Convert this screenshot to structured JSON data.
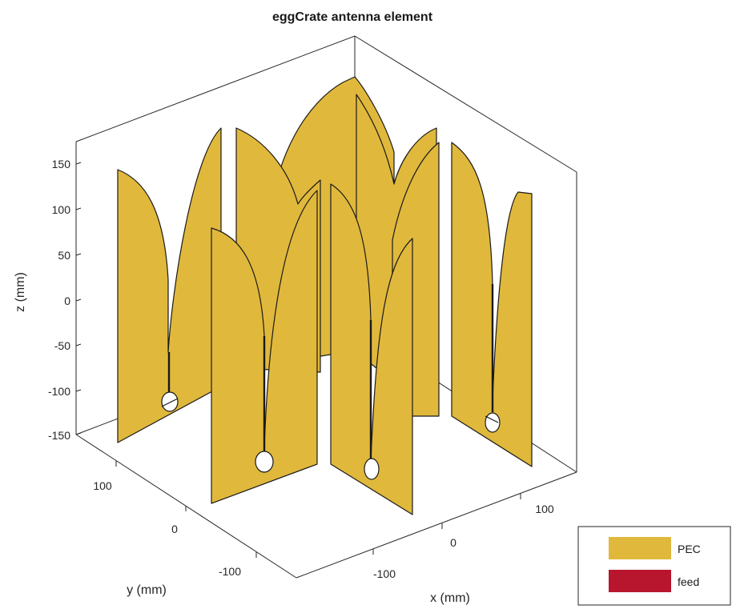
{
  "figure": {
    "title": "eggCrate antenna element",
    "xlabel": "x (mm)",
    "ylabel": "y (mm)",
    "zlabel": "z (mm)",
    "z_ticks": [
      "150",
      "100",
      "50",
      "0",
      "-50",
      "-100",
      "-150"
    ],
    "y_ticks": [
      "100",
      "0",
      "-100"
    ],
    "x_ticks": [
      "-100",
      "0",
      "100"
    ]
  },
  "legend": {
    "items": [
      {
        "label": "PEC",
        "color": "#E0B83C"
      },
      {
        "label": "feed",
        "color": "#B8152F"
      }
    ]
  },
  "colors": {
    "metal": "#E0B83C",
    "edge": "#1a1a1a",
    "box": "#262626",
    "grid_box": "#cfcfcf"
  }
}
